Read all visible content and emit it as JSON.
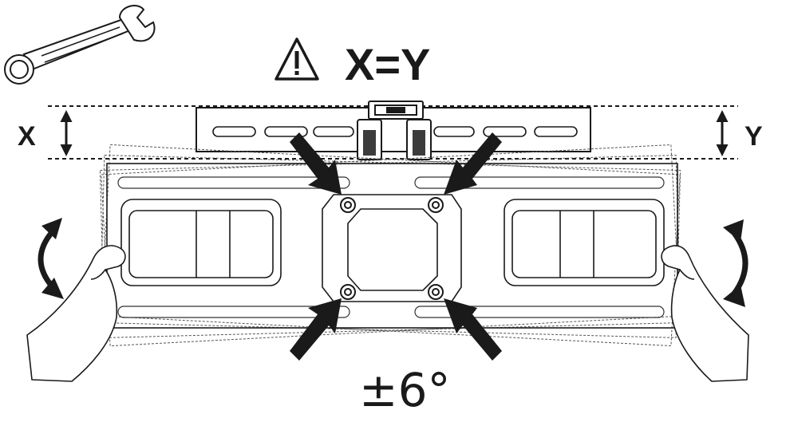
{
  "diagram": {
    "heading": "X=Y",
    "left_label": "X",
    "right_label": "Y",
    "tilt_label": "±6°",
    "icons": [
      "wrench-icon",
      "warning-icon",
      "level-icon",
      "rotate-arrow-icon",
      "pointer-arrow-icon",
      "hand-icon"
    ],
    "colors": {
      "ink": "#1a1a1a",
      "background": "#ffffff"
    }
  }
}
